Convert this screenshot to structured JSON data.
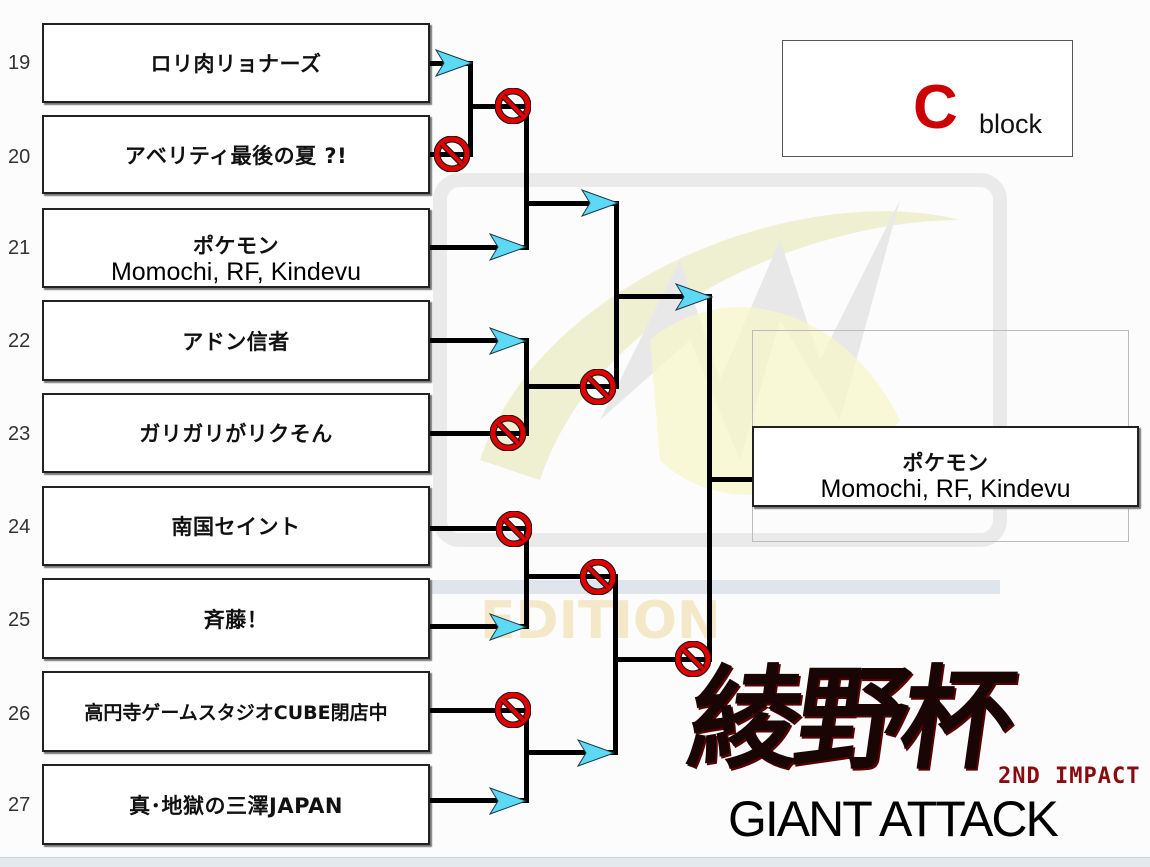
{
  "block": {
    "letter": "C",
    "word": "block"
  },
  "teams": [
    {
      "seed": "19",
      "name": "ロリ肉リョナーズ",
      "players": ""
    },
    {
      "seed": "20",
      "name": "アベリティ最後の夏 ?!",
      "players": ""
    },
    {
      "seed": "21",
      "name": "ポケモン",
      "players": "Momochi, RF, Kindevu"
    },
    {
      "seed": "22",
      "name": "アドン信者",
      "players": ""
    },
    {
      "seed": "23",
      "name": "ガリガリがリクそん",
      "players": ""
    },
    {
      "seed": "24",
      "name": "南国セイント",
      "players": ""
    },
    {
      "seed": "25",
      "name": "斉藤！",
      "players": ""
    },
    {
      "seed": "26",
      "name": "高円寺ゲームスタジオCUBE閉店中",
      "players": ""
    },
    {
      "seed": "27",
      "name": "真･地獄の三澤JAPAN",
      "players": ""
    }
  ],
  "winner": {
    "name": "ポケモン",
    "players": "Momochi, RF, Kindevu"
  },
  "logo": {
    "kanji": "綾野杯",
    "subtitle": "2ND IMPACT",
    "title": "GIANT ATTACK"
  },
  "colors": {
    "advance_arrow": "#5dd8f5",
    "eliminated": "#e00000",
    "line": "#000000",
    "block_letter": "#cc0000"
  }
}
